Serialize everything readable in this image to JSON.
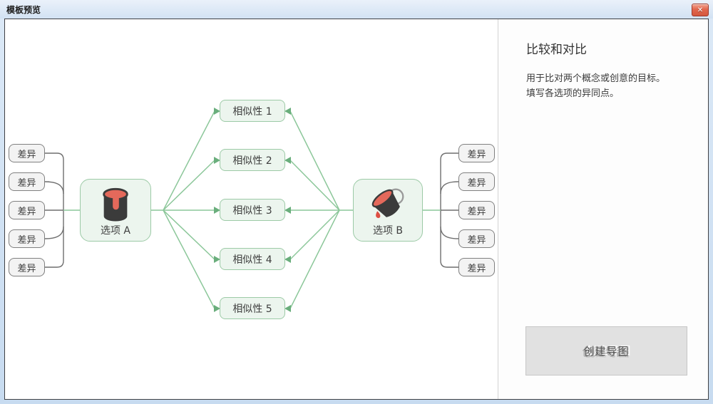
{
  "window": {
    "title": "模板预览",
    "close_glyph": "✕"
  },
  "panel": {
    "heading": "比较和对比",
    "description_line1": "用于比对两个概念或创意的目标。",
    "description_line2": "填写各选项的异同点。",
    "create_button_label": "创建导图"
  },
  "diagram": {
    "option_a": "选项 A",
    "option_b": "选项 B",
    "similarities": [
      "相似性 1",
      "相似性 2",
      "相似性 3",
      "相似性 4",
      "相似性 5"
    ],
    "left_differences": [
      "差异",
      "差异",
      "差异",
      "差异",
      "差异"
    ],
    "right_differences": [
      "差异",
      "差异",
      "差异",
      "差异",
      "差异"
    ],
    "colors": {
      "green_node_border": "#9ccaa6",
      "green_node_fill": "#ecf5ee",
      "green_line": "#8cc79a",
      "green_arrow": "#6aae7c",
      "gray_node_border": "#808080",
      "gray_node_fill": "#f3f3f3",
      "gray_line": "#6f6f6f",
      "icon_dark": "#3b3b3b",
      "icon_red": "#e4695b"
    }
  }
}
